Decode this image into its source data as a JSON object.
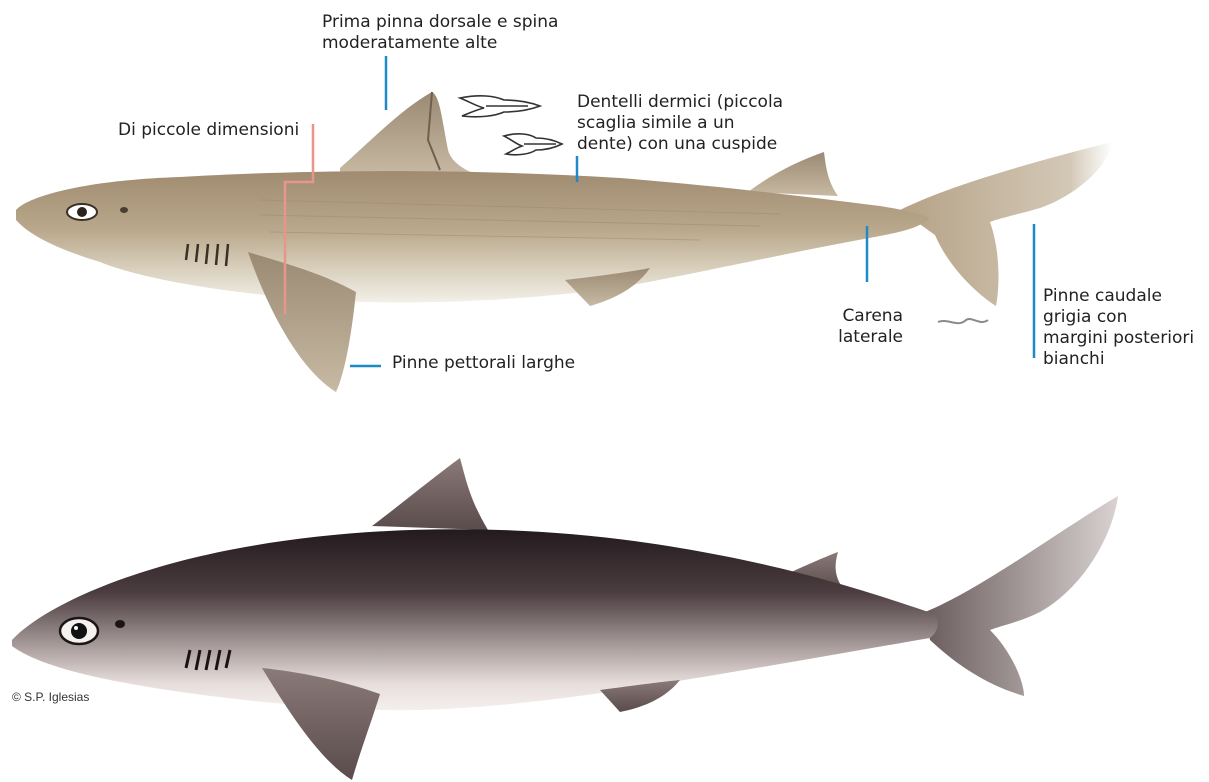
{
  "labels": {
    "dorsal": "Prima pinna dorsale e spina\nmoderatamente alte",
    "size": "Di piccole dimensioni",
    "denticles": "Dentelli dermici (piccola\nscaglia simile a un\ndente)  con una cuspide",
    "keel": "Carena\nlaterale",
    "caudal": "Pinne caudale\ngrigia con\nmargini posteriori\nbianchi",
    "pectoral": "Pinne pettorali larghe"
  },
  "credit": "© S.P. Iglesias",
  "colors": {
    "leader_line": "#1f8ac8",
    "size_marker": "#e8968a",
    "illustration_body": "#b5a287",
    "illustration_belly": "#f1efe7",
    "photo_back": "#2f2528",
    "photo_belly": "#ece4e2"
  }
}
